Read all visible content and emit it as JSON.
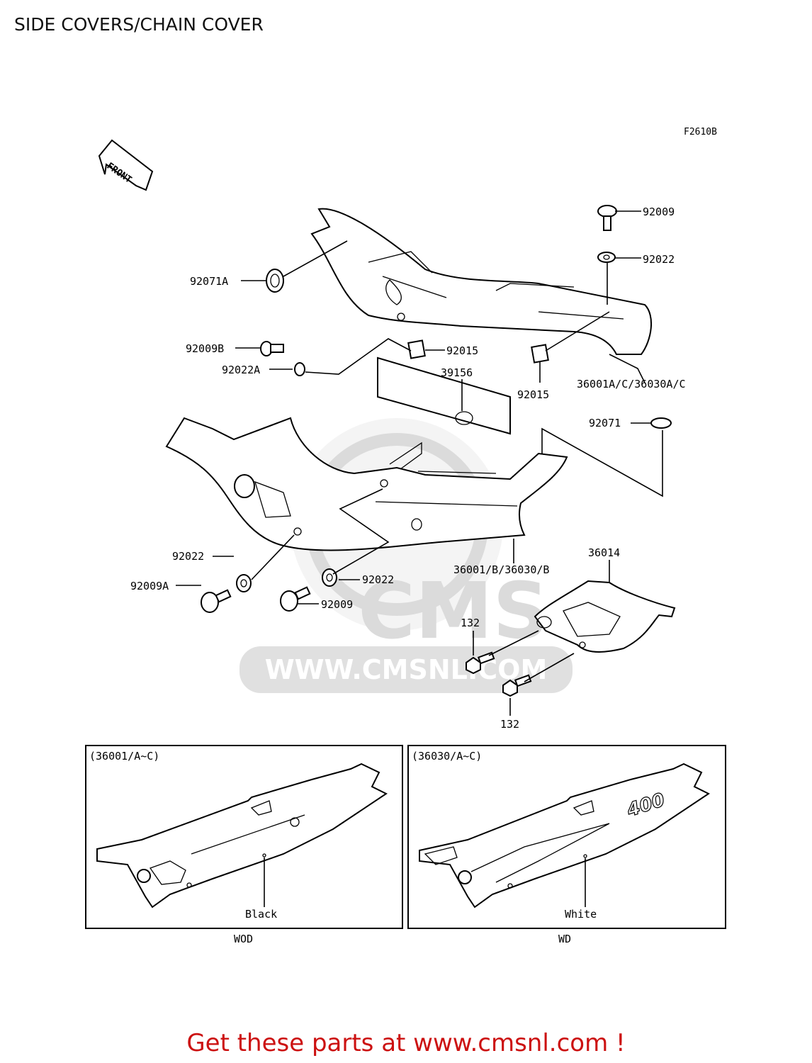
{
  "page_title": "SIDE COVERS/CHAIN COVER",
  "diagram_code": "F2610B",
  "front_arrow_label": "FRONT",
  "watermark": {
    "logo_text": "CMS",
    "url_text": "WWW.CMSNL.COM"
  },
  "callouts": {
    "c92009_top": "92009",
    "c92022_top": "92022",
    "c92071A": "92071A",
    "c92009B": "92009B",
    "c92022A": "92022A",
    "c92015_a": "92015",
    "c92015_b": "92015",
    "c36001ac": "36001A/C/36030A/C",
    "c39156": "39156",
    "c92071": "92071",
    "c92022_l": "92022",
    "c92009A": "92009A",
    "c92022_m": "92022",
    "c92009_m": "92009",
    "c36001b": "36001/B/36030/B",
    "c36014": "36014",
    "c132_a": "132",
    "c132_b": "132"
  },
  "inset_left": {
    "title": "(36001/A~C)",
    "color_label": "Black",
    "model_code": "WOD"
  },
  "inset_right": {
    "title": "(36030/A~C)",
    "color_label": "White",
    "model_code": "WD",
    "decal_text": "400"
  },
  "promo_text": "Get these parts at www.cmsnl.com !"
}
